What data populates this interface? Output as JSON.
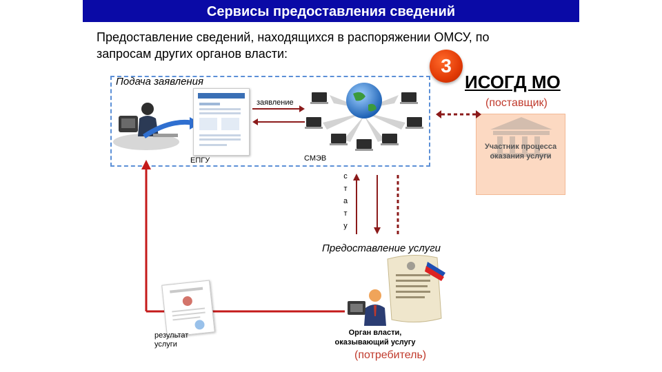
{
  "header": {
    "title": "Сервисы предоставления сведений"
  },
  "subtitle": {
    "line1": "Предоставление сведений, находящихся в распоряжении ОМСУ, по",
    "line2": "запросам других органов власти:"
  },
  "badge": {
    "number": "3"
  },
  "provider": {
    "name": "ИСОГД МО",
    "role": "(поставщик)"
  },
  "participant": {
    "line1": "Участник процесса",
    "line2": "оказания услуги"
  },
  "diagram": {
    "submission_label": "Подача заявления",
    "application_label": "заявление",
    "epgu_label": "ЕПГУ",
    "smev_label": "СМЭВ",
    "status_letters": [
      "с",
      "т",
      "а",
      "т",
      "у"
    ],
    "service_label": "Предоставление услуги",
    "result_line1": "результат",
    "result_line2": "услуги",
    "authority_line1": "Орган власти,",
    "authority_line2": "оказывающий услугу",
    "consumer_label": "(потребитель)"
  },
  "colors": {
    "title_bg": "#0a0aa6",
    "badge": "#e23a06",
    "arrow_red": "#8b1a1a",
    "dashed_blue": "#5b8fd6",
    "participant_fill": "#fcd9c2"
  },
  "icons": [
    "globe-network-icon",
    "building-icon",
    "person-at-computer-icon",
    "document-icon",
    "scroll-document-icon",
    "certificate-icon"
  ]
}
